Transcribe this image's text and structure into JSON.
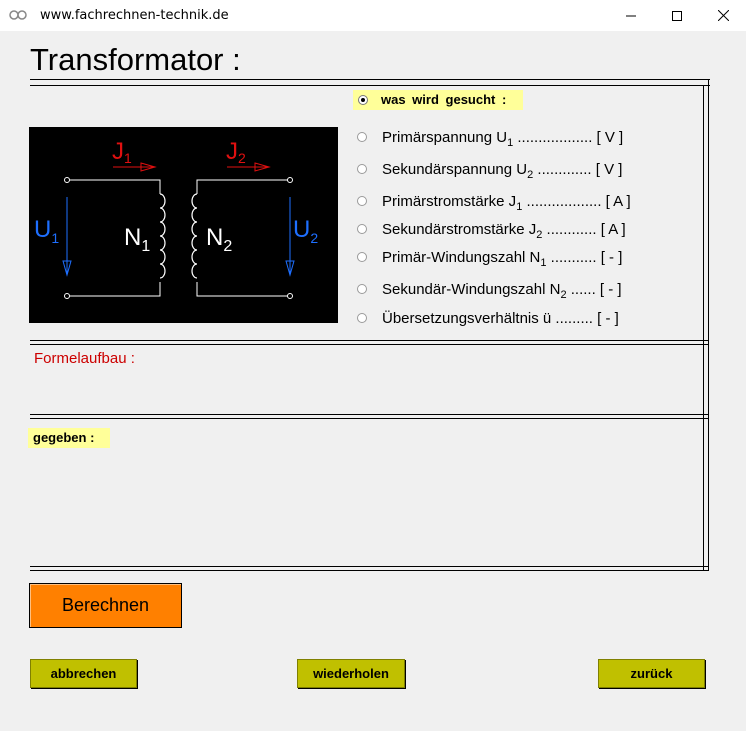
{
  "window": {
    "title": "www.fachrechnen-technik.de"
  },
  "page": {
    "title": "Transformator :"
  },
  "diagram": {
    "J1": "J",
    "J1_sub": "1",
    "J2": "J",
    "J2_sub": "2",
    "U1": "U",
    "U1_sub": "1",
    "U2": "U",
    "U2_sub": "2",
    "N1": "N",
    "N1_sub": "1",
    "N2": "N",
    "N2_sub": "2"
  },
  "search": {
    "label": "was wird gesucht :"
  },
  "options": [
    {
      "label": "Primärspannung  U",
      "sub": "1",
      "tail": " .................. [ V ]"
    },
    {
      "label": "Sekundärspannung  U",
      "sub": "2",
      "tail": " ............. [ V ]"
    },
    {
      "label": "Primärstromstärke J",
      "sub": "1",
      "tail": "  .................. [ A ]"
    },
    {
      "label": "Sekundärstromstärke  J",
      "sub": "2",
      "tail": " ............ [ A ]"
    },
    {
      "label": "Primär-Windungszahl  N",
      "sub": "1",
      "tail": " ........... [ - ]"
    },
    {
      "label": "Sekundär-Windungszahl  N",
      "sub": "2",
      "tail": " ...... [ - ]"
    },
    {
      "label": "Übersetzungsverhältnis   ü",
      "sub": "",
      "tail": " ......... [ - ]"
    }
  ],
  "formula": {
    "label": "Formelaufbau :"
  },
  "given": {
    "label": "gegeben :"
  },
  "buttons": {
    "calculate": "Berechnen",
    "cancel": "abbrechen",
    "repeat": "wiederholen",
    "back": "zurück"
  },
  "colors": {
    "calculate_bg": "#ff8000",
    "olive_btn_bg": "#c0c000",
    "highlight_bg": "#ffff99",
    "red_label": "#cc0000",
    "current_red": "#e01010",
    "voltage_blue": "#1e6fff"
  }
}
